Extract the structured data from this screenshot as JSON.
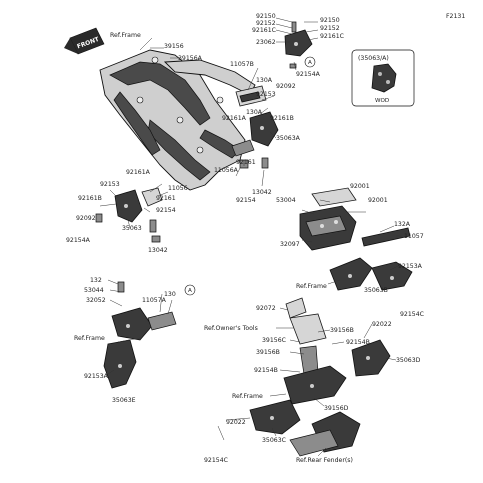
{
  "diagram_id": "F2131",
  "inset": {
    "label": "(35063/A)",
    "code": "WOD"
  },
  "front_badge": "FRONT",
  "callout_a": "A",
  "labels": {
    "ref_frame_top": "Ref.Frame",
    "p39156": "39156",
    "p39156a": "39156A",
    "p11057b": "11057B",
    "p130a_1": "130A",
    "p92150_1": "92150",
    "p92152_1": "92152",
    "p92161c_1": "92161C",
    "p23062": "23062",
    "p92150_2": "92150",
    "p92152_2": "92152",
    "p92161c_2": "92161C",
    "p92154a_1": "92154A",
    "p92092_1": "92092",
    "p92153_1": "92153",
    "p130a_2": "130A",
    "p92161a_1": "92161A",
    "p92161b_1": "92161B",
    "p35063a": "35063A",
    "p92161_1": "92161",
    "p11056a": "11056A",
    "p13042_1": "13042",
    "p92154_1": "92154",
    "p92161a_2": "92161A",
    "p92153_2": "92153",
    "p11056": "11056",
    "p92161b_2": "92161B",
    "p92161_2": "92161",
    "p92154_2": "92154",
    "p92092_2": "92092",
    "p35063": "35063",
    "p92154a_2": "92154A",
    "p13042_2": "13042",
    "p92001_1": "92001",
    "p53004": "53004",
    "p92001_2": "92001",
    "p132a": "132A",
    "p11057": "11057",
    "p32097": "32097",
    "p92153a_1": "92153A",
    "ref_frame_mid": "Ref.Frame",
    "p35063b": "35063B",
    "p132": "132",
    "p53044": "53044",
    "p32052": "32052",
    "p130": "130",
    "p11057a": "11057A",
    "ref_frame_left": "Ref.Frame",
    "p92153a_2": "92153A",
    "p35063e": "35063E",
    "p92072": "92072",
    "ref_owners_tools": "Ref.Owner's Tools",
    "p39156b_1": "39156B",
    "p39156c": "39156C",
    "p39156b_2": "39156B",
    "p92154b_1": "92154B",
    "p92154b_2": "92154B",
    "p92022_1": "92022",
    "p92154c_1": "92154C",
    "p35063d": "35063D",
    "ref_frame_bottom": "Ref.Frame",
    "p39156d": "39156D",
    "p92022_2": "92022",
    "p35063c": "35063C",
    "p92154c_2": "92154C",
    "ref_rear_fender": "Ref.Rear Fender(s)"
  }
}
